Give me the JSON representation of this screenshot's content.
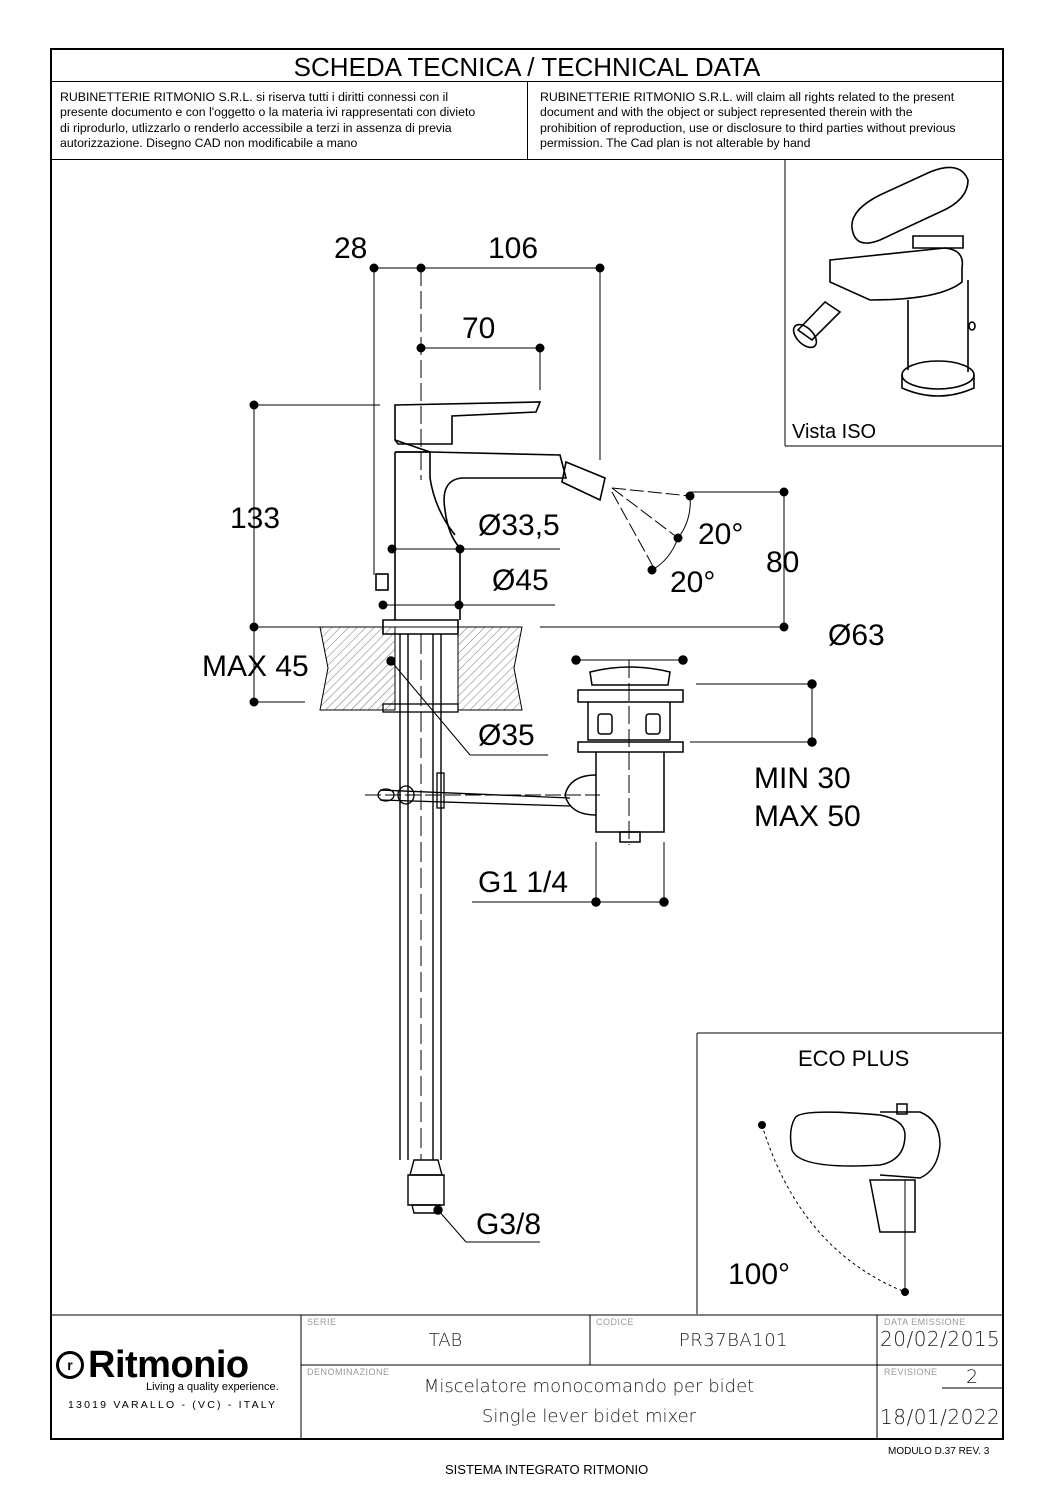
{
  "header": {
    "title": "SCHEDA TECNICA / TECHNICAL DATA",
    "notice_it": [
      "RUBINETTERIE RITMONIO S.R.L. si riserva tutti i diritti connessi con il",
      "presente documento e con l'oggetto o la materia ivi rappresentati con divieto",
      "di riprodurlo, utlizzarlo o renderlo accessibile a terzi in assenza di previa",
      "autorizzazione. Disegno CAD non modificabile a mano"
    ],
    "notice_en": [
      "RUBINETTERIE RITMONIO S.R.L. will claim all rights related to the present",
      "document and with the object or subject represented therein with the",
      "prohibition  of reproduction, use or disclosure to third parties without previous",
      "permission.  The Cad plan is not alterable by hand"
    ]
  },
  "dimensions": {
    "d28": "28",
    "d106": "106",
    "d70": "70",
    "d133": "133",
    "d33_5": "Ø33,5",
    "d45": "Ø45",
    "d20a": "20°",
    "d20b": "20°",
    "d80": "80",
    "d63": "Ø63",
    "max45": "MAX 45",
    "d35": "Ø35",
    "min30": "MIN 30",
    "max50": "MAX 50",
    "g114": "G1 1/4",
    "g38": "G3/8"
  },
  "iso_view": {
    "label": "Vista ISO"
  },
  "eco_plus": {
    "title": "ECO PLUS",
    "angle": "100°"
  },
  "title_block": {
    "brand": "Ritmonio",
    "tagline": "Living a quality experience.",
    "address": "13019 VARALLO - (VC) - ITALY",
    "serie_label": "SERIE",
    "serie": "TAB",
    "codice_label": "CODICE",
    "codice": "PR37BA101",
    "data_emissione_label": "DATA  EMISSIONE",
    "data_emissione": "20/02/2015",
    "denominazione_label": "DENOMINAZIONE",
    "denominazione_it": "Miscelatore  monocomando  per  bidet",
    "denominazione_en": "Single  lever  bidet  mixer",
    "revisione_label": "REVISIONE",
    "revisione": "2",
    "revisione_date": "18/01/2022"
  },
  "footer": {
    "module": "MODULO D.37 REV. 3",
    "system": "SISTEMA INTEGRATO RITMONIO"
  }
}
